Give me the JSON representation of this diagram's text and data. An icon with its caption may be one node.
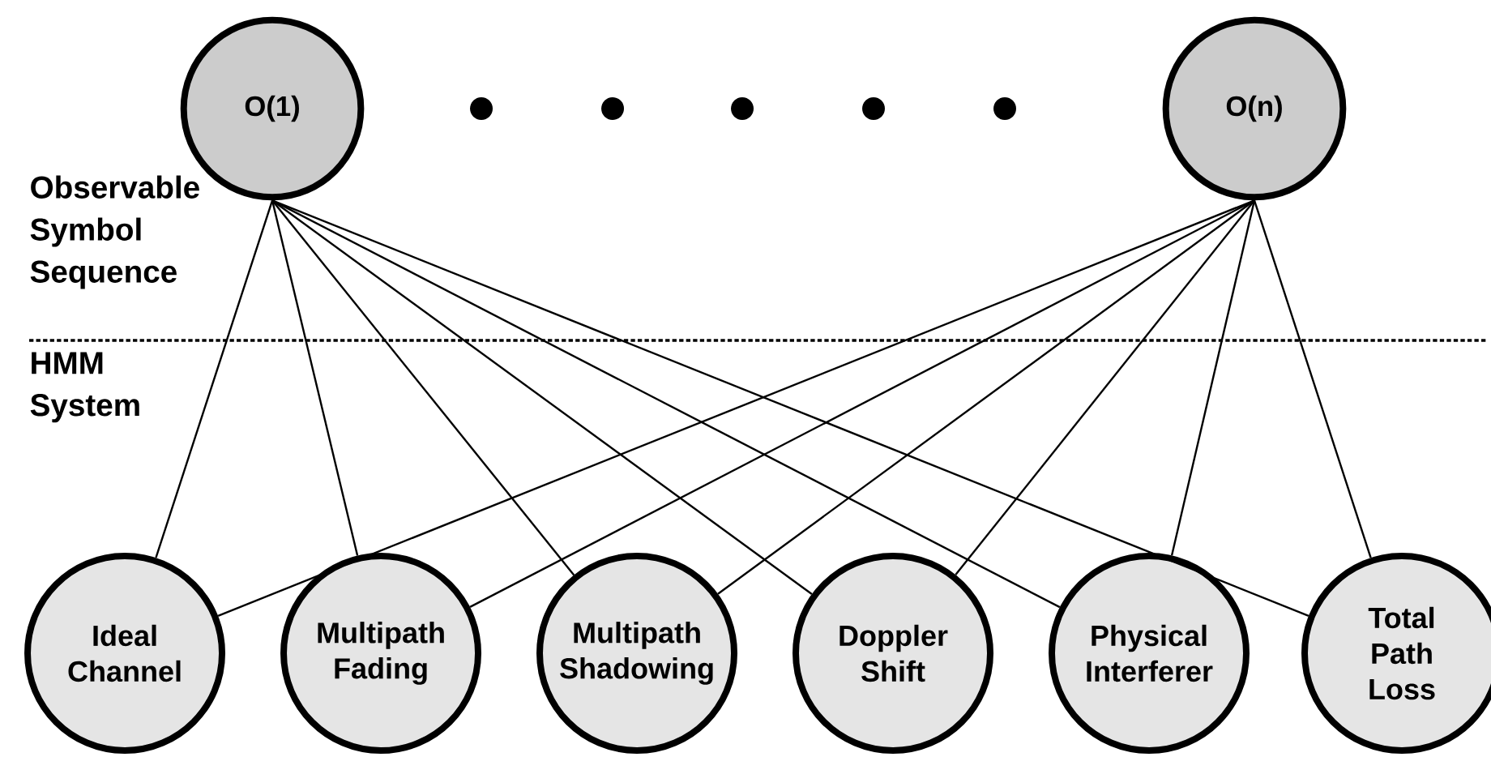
{
  "diagram": {
    "nodes": [
      {
        "text": [
          "O(1)"
        ]
      },
      {
        "text": [
          "O(n)"
        ]
      },
      {
        "text": [
          "Ideal Channel"
        ]
      },
      {
        "text": [
          "Multipath Fading"
        ]
      },
      {
        "text": [
          "Multipath Shadowing"
        ]
      },
      {
        "text": [
          "Doppler Shift"
        ]
      },
      {
        "text": [
          "Physical Interferer"
        ]
      },
      {
        "text": [
          "Total Path Loss"
        ]
      }
    ],
    "edges": [
      {
        "from": 0,
        "to": 2,
        "arrow": "none"
      },
      {
        "from": 0,
        "to": 3,
        "arrow": "none"
      },
      {
        "from": 0,
        "to": 4,
        "arrow": "none"
      },
      {
        "from": 0,
        "to": 5,
        "arrow": "none"
      },
      {
        "from": 0,
        "to": 6,
        "arrow": "none"
      },
      {
        "from": 0,
        "to": 7,
        "arrow": "none"
      },
      {
        "from": 1,
        "to": 2,
        "arrow": "none"
      },
      {
        "from": 1,
        "to": 3,
        "arrow": "none"
      },
      {
        "from": 1,
        "to": 4,
        "arrow": "none"
      },
      {
        "from": 1,
        "to": 5,
        "arrow": "none"
      },
      {
        "from": 1,
        "to": 6,
        "arrow": "none"
      },
      {
        "from": 1,
        "to": 7,
        "arrow": "none"
      }
    ],
    "labels": [
      "Observable Symbol Sequence",
      "HMM System"
    ]
  }
}
